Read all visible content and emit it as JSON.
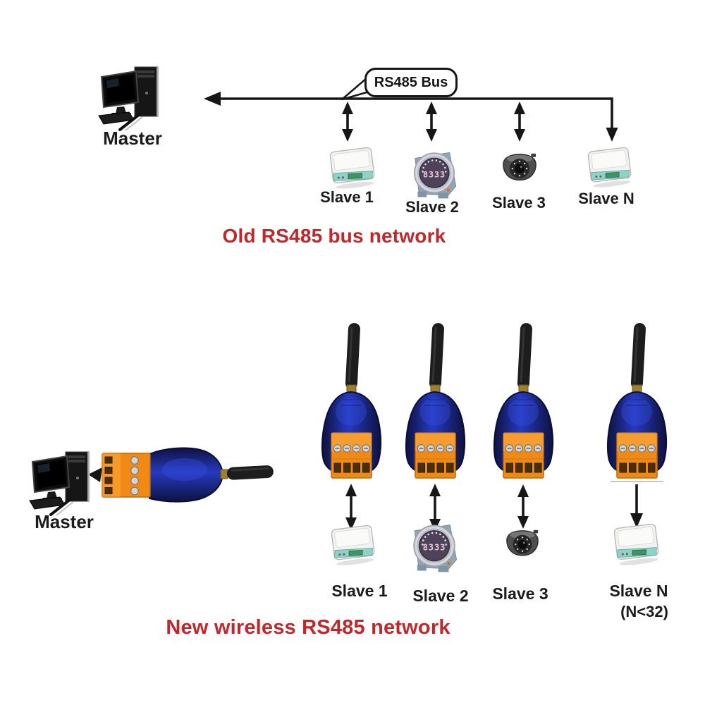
{
  "colors": {
    "title_red": "#bf272b",
    "line_black": "#161616",
    "adapter_body_blue": "#2639c0",
    "adapter_body_dark": "#0e1240",
    "terminal_orange": "#f08a14",
    "antenna_black": "#1d1d1d",
    "scale_display_teal": "#8fd2c6",
    "meter_face_purple": "#4e4258"
  },
  "old_network": {
    "title": "Old RS485 bus network",
    "master_label": "Master",
    "bus_callout_label": "RS485 Bus",
    "slaves": [
      {
        "label": "Slave 1",
        "device": "digital-scale"
      },
      {
        "label": "Slave 2",
        "device": "round-meter"
      },
      {
        "label": "Slave 3",
        "device": "dome-camera"
      },
      {
        "label": "Slave N",
        "device": "digital-scale"
      }
    ]
  },
  "new_network": {
    "title": "New wireless RS485 network",
    "master_label": "Master",
    "slaves": [
      {
        "label": "Slave 1",
        "device": "digital-scale"
      },
      {
        "label": "Slave 2",
        "device": "round-meter"
      },
      {
        "label": "Slave 3",
        "device": "dome-camera"
      },
      {
        "label": "Slave N",
        "note": "(N<32)",
        "device": "digital-scale"
      }
    ]
  },
  "devices": {
    "meter_display": "8333"
  }
}
